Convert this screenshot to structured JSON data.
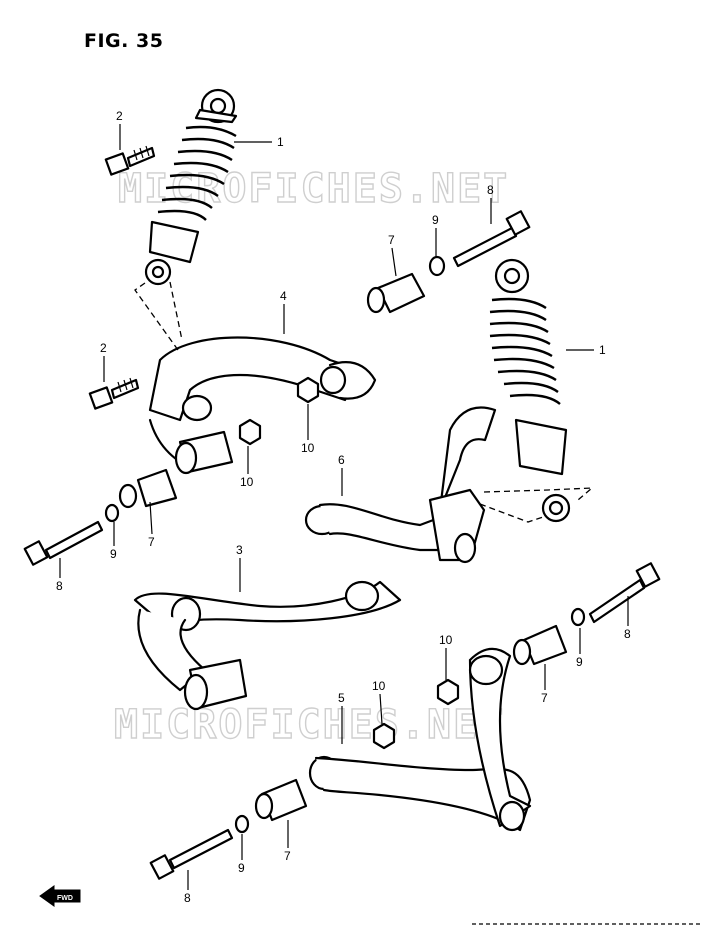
{
  "figure": {
    "title": "FIG. 35"
  },
  "watermarks": [
    "MICROFICHES.NET",
    "MICROFICHES.NET"
  ],
  "direction_arrow": {
    "label": "FWD"
  },
  "callouts": {
    "shock_absorber_top": "1",
    "shock_absorber_right": "1",
    "bolt_top": "2",
    "bolt_left": "2",
    "arm_3": "3",
    "arm_4": "4",
    "arm_5": "5",
    "arm_6": "6",
    "bushing_upper_right": "7",
    "bushing_left": "7",
    "bushing_lower_right": "7",
    "bushing_bottom": "7",
    "long_bolt_upper_right": "8",
    "long_bolt_left": "8",
    "long_bolt_lower_right": "8",
    "long_bolt_bottom": "8",
    "washer_upper_right": "9",
    "washer_left": "9",
    "washer_lower_right": "9",
    "washer_bottom": "9",
    "nut_upper": "10",
    "nut_middle": "10",
    "nut_lower_right": "10",
    "nut_bottom": "10"
  }
}
